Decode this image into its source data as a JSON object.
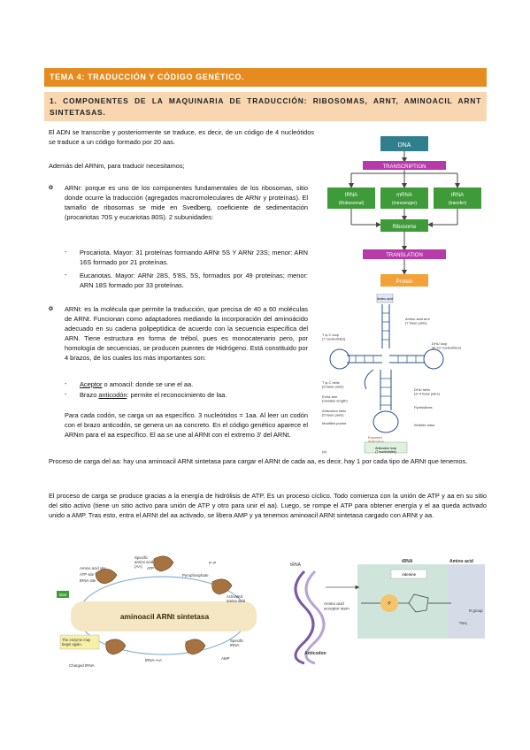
{
  "header": {
    "title": "TEMA 4: TRADUCCIÓN Y CÓDIGO GENÉTICO.",
    "section": "1. COMPONENTES DE LA MAQUINARIA DE TRADUCCIÓN: RIBOSOMAS, ARNT, AMINOACIL ARNT SINTETASAS."
  },
  "intro": {
    "p1": "El ADN se transcribe y posteriormente se traduce, es decir, de un código de 4 nucleótidos se traduce a un código formado por 20 aas.",
    "p2": "Además del ARNm, para traducir necesitamos;"
  },
  "arnr": {
    "bullet": "o",
    "text": "ARNr: porque es uno de los componentes fundamentales de los ribosomas, sitio donde ocurre la traducción (agregados macromoleculares de ARNr y proteínas). El tamaño de ribosomas se mide en Svedberg, coeficiente de sedimentación (procariotas 70S y eucariotas 80S). 2 subunidades:",
    "items": [
      "Procariota. Mayor: 31 proteínas formando ARNr 5S Y ARNr 23S; menor: ARN 16S formado por 21 proteínas.",
      "Eucariotas. Mayor: ARNr 28S, 5'8S, 5S, formados por 49 proteínas; menor: ARN 18S formado por 33 proteínas."
    ]
  },
  "arnt": {
    "bullet": "o",
    "text": "ARNt: es la molécula que permite la traducción, que precisa de 40 a 60 moléculas de ARNt. Funcionan como adaptadores mediando la incorporación del aminoácido adecuado en su cadena polipeptídica de acuerdo con la secuencia específica del ARN. Tiene estructura en forma de trébol, pues es monocatenario pero, por homología de secuencias, se producen puentes de Hidrógeno. Está constituido por 4 brazos, de los cuales los más importantes son:",
    "items": [
      {
        "u": "Aceptor",
        "rest": " o amoacil: donde se une el aa."
      },
      {
        "pre": "Brazo ",
        "u": "anticodón",
        "rest": ": permite el reconocimiento de laa."
      }
    ],
    "tail": "Para cada codón, se carga un aa específico. 3 nucleótidos = 1aa. Al leer un codón con el brazo anticodón, se genera un aa concreto. En el código genético aparece el ARNm para el aa específico. El aa se une al ARNt con el extremo 3' del ARNt."
  },
  "carga": {
    "p1": "Proceso de carga del aa: hay una aminoacil ARNt sintetasa para cargar el ARNt de cada aa, es decir, hay 1 por cada tipo de ARNt que tenemos.",
    "p2": "El proceso de carga se produce gracias a la energía de hidrólisis de ATP. Es un proceso cíclico. Todo comienza con la unión de ATP y aa en su sitio del sitio activo (tiene un sitio activo para unión de ATP y otro para unir el aa). Luego, se rompe el ATP para obtener energía y el aa queda activado unido a AMP. Tras esto, entra el ARNt del aa activado, se libera AMP y ya tenemos aminoacil ARNt sintetasa cargado con ARNt y aa."
  },
  "flow": {
    "dna": "DNA",
    "transcription": "TRANSCRIPTION",
    "trna": "tRNA",
    "trna_sub": "(Robosomal)",
    "mrna": "mRNA",
    "mrna_sub": "(messenger)",
    "rrna": "tRNA",
    "rrna_sub": "(transfer)",
    "ribosome": "Ribosome",
    "translation": "TRANSLATION",
    "protein": "Protein",
    "colors": {
      "dna": "#2f7f8c",
      "step": "#b83aa8",
      "rna": "#3f9a3a",
      "protein": "#f3a23a"
    }
  },
  "clover": {
    "amino_acid": "Amino acid",
    "acceptor_arm": "Amino acid arm\n(7 base pairs)",
    "tpsic_loop": "T ψ C loop\n(7 nucleotides)",
    "dhu_loop": "DHU loop\n(8–12 nucleotides)",
    "tpsic_arm": "T ψ C helix\n(5 base pairs)",
    "extra_arm": "Extra arm\n(variable length)",
    "dhu_helix": "DHU helix\n(3–4 base pairs)",
    "anticodon_helix": "Anticodon helix\n(5 base pairs)",
    "pyrimidines": "Pyrimidines",
    "modified_purine": "Modified purine",
    "wobble": "Wobble base",
    "anticodon": "Exposed\nAnticodon",
    "anticodon_loop": "Anticodon loop\n(7 nucleotides)",
    "panel": "(a)"
  },
  "cycle": {
    "title": "aminoacil ARNt sintetasa",
    "specific_aa": "Specific\namino acid\n(AA)",
    "atp": "ATP",
    "pyrophosphate": "Pyrophosphate",
    "ppi": "P–P",
    "aa_site": "Amino acid site",
    "atp_site": "ATP site",
    "trna_site": "tRNA site",
    "activated": "Activated\namino acid",
    "specific_trna": "Specific\ntRNA",
    "amp": "AMP",
    "trna_aa": "tRNA–AA",
    "start": "Start",
    "again": "The enzyme may\nbegin again.",
    "charged": "Charged tRNA"
  },
  "chem": {
    "trna_left": "tRNA",
    "acceptor_stem": "Amino acid\nacceptor stem",
    "anticodon": "Anticodon",
    "trna_right": "tRNA",
    "adenine": "Adenine",
    "amino_acid": "Amino acid",
    "r_group": "R group",
    "nh3": "⁺NH₃"
  }
}
